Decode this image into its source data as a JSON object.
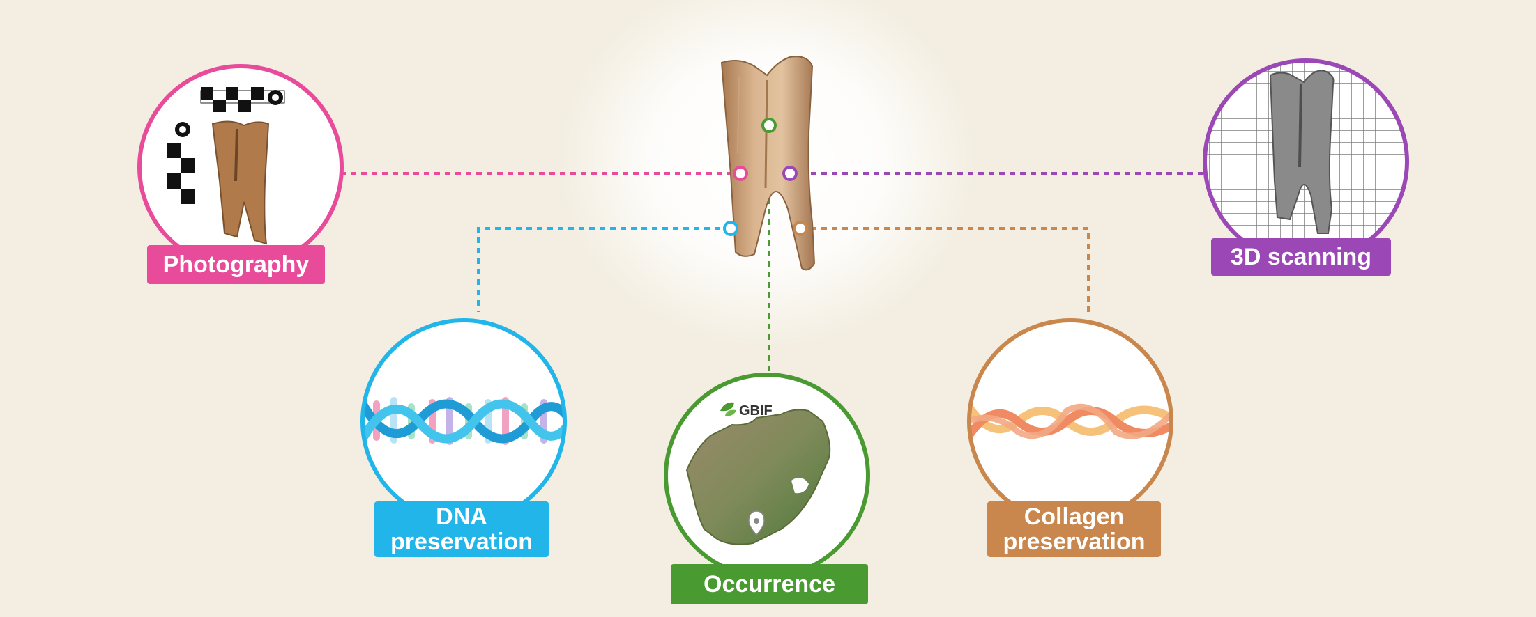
{
  "colors": {
    "background": "#f3eee1",
    "photography": "#e84b9a",
    "dna": "#21b5ea",
    "occurrence": "#4a9a32",
    "collagen": "#c9874d",
    "scanning": "#9b47b6",
    "tooth": "#c8a07a"
  },
  "nodes": {
    "photography": {
      "label": "Photography",
      "icon": "camera-scale-photo-icon"
    },
    "scanning": {
      "label": "3D scanning",
      "icon": "3d-mesh-tooth-icon"
    },
    "dna": {
      "label_line1": "DNA",
      "label_line2": "preservation",
      "icon": "dna-helix-icon"
    },
    "occurrence": {
      "label": "Occurrence",
      "icon": "south-africa-map-icon",
      "logo": "GBIF"
    },
    "collagen": {
      "label_line1": "Collagen",
      "label_line2": "preservation",
      "icon": "collagen-triple-helix-icon"
    }
  },
  "center": {
    "icon": "tooth-specimen-icon"
  }
}
